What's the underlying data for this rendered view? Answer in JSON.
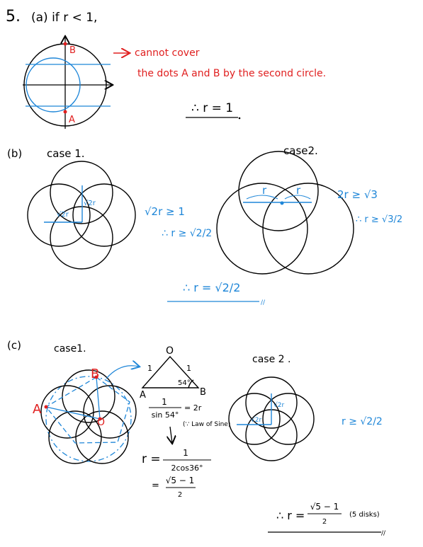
{
  "problem_number": "5.",
  "part_a": {
    "label": "(a) if r < 1,",
    "point_b": "B",
    "point_a": "A",
    "arrow": "→",
    "note_line1": "cannot cover",
    "note_line2": "the dots A and B by the second circle.",
    "conclusion": "∴ r = 1"
  },
  "part_b": {
    "label": "(b)",
    "case1_title": "case 1.",
    "case1_segment_top": "√2r",
    "case1_segment_mid": "√2r",
    "case1_ineq1": "√2r ≥ 1",
    "case1_ineq2": "∴ r ≥ √2/2",
    "case2_title": "case2.",
    "case2_r_left": "r",
    "case2_r_right": "r",
    "case2_ineq1": "2r ≥ √3",
    "case2_ineq2": "∴ r ≥ √3/2",
    "conclusion": "∴ r = √2/2"
  },
  "part_c": {
    "label": "(c)",
    "case1_title": "case1.",
    "point_b": "B",
    "point_a": "A",
    "point_o": "O",
    "tri_o": "O",
    "tri_a": "A",
    "tri_b": "B",
    "tri_side1": "1",
    "tri_side2": "1",
    "tri_angle": "54°",
    "law_num": "1",
    "law_den": "sin 54°",
    "law_rhs": "= 2r",
    "law_note": "(∵ Law of Sine)",
    "r_eq_lhs": "r =",
    "r_eq_num": "1",
    "r_eq_den": "2cos36°",
    "r_eq2_lhs": "=",
    "r_eq2_num": "√5 − 1",
    "r_eq2_den": "2",
    "case2_title": "case 2 .",
    "case2_seg1": "√2r",
    "case2_seg2": "√2r",
    "case2_ineq": "r ≥ √2/2",
    "final_lhs": "∴ r =",
    "final_num": "√5 − 1",
    "final_den": "2",
    "final_note": "(5 disks)"
  },
  "colors": {
    "ink": "#000000",
    "red": "#e02020",
    "blue": "#1e86d8"
  }
}
